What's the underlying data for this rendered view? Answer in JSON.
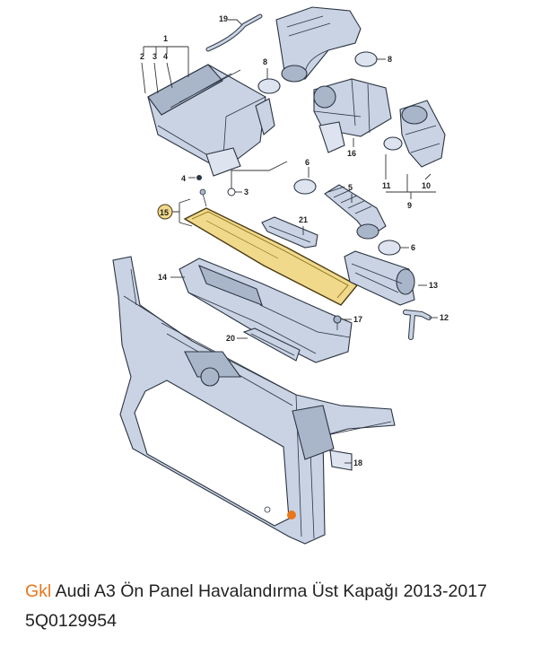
{
  "caption": {
    "brand": "Gkl",
    "title": "Audi A3 Ön Panel Havalandırma Üst Kapağı 2013-2017 5Q0129954"
  },
  "highlight_color": "#f0d98a",
  "accent_color": "#e8761c",
  "callouts": [
    "1",
    "2",
    "3",
    "4",
    "19",
    "8",
    "6",
    "16",
    "11",
    "10",
    "9",
    "5",
    "15",
    "21",
    "14",
    "13",
    "17",
    "12",
    "20",
    "18"
  ]
}
